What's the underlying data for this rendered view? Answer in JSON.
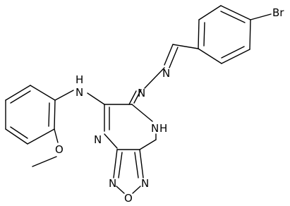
{
  "structure": {
    "atoms": {
      "br": "Br",
      "n_azine_1": "N",
      "n_azine_2": "N",
      "nh_amine": "N",
      "nh_amine_h": "H",
      "n_pyrazine": "N",
      "nh_pyrazine": "N",
      "nh_pyrazine_h": "H",
      "n_oxadiazole_1": "N",
      "n_oxadiazole_2": "N",
      "o_oxadiazole": "O",
      "o_methoxy": "O"
    }
  }
}
